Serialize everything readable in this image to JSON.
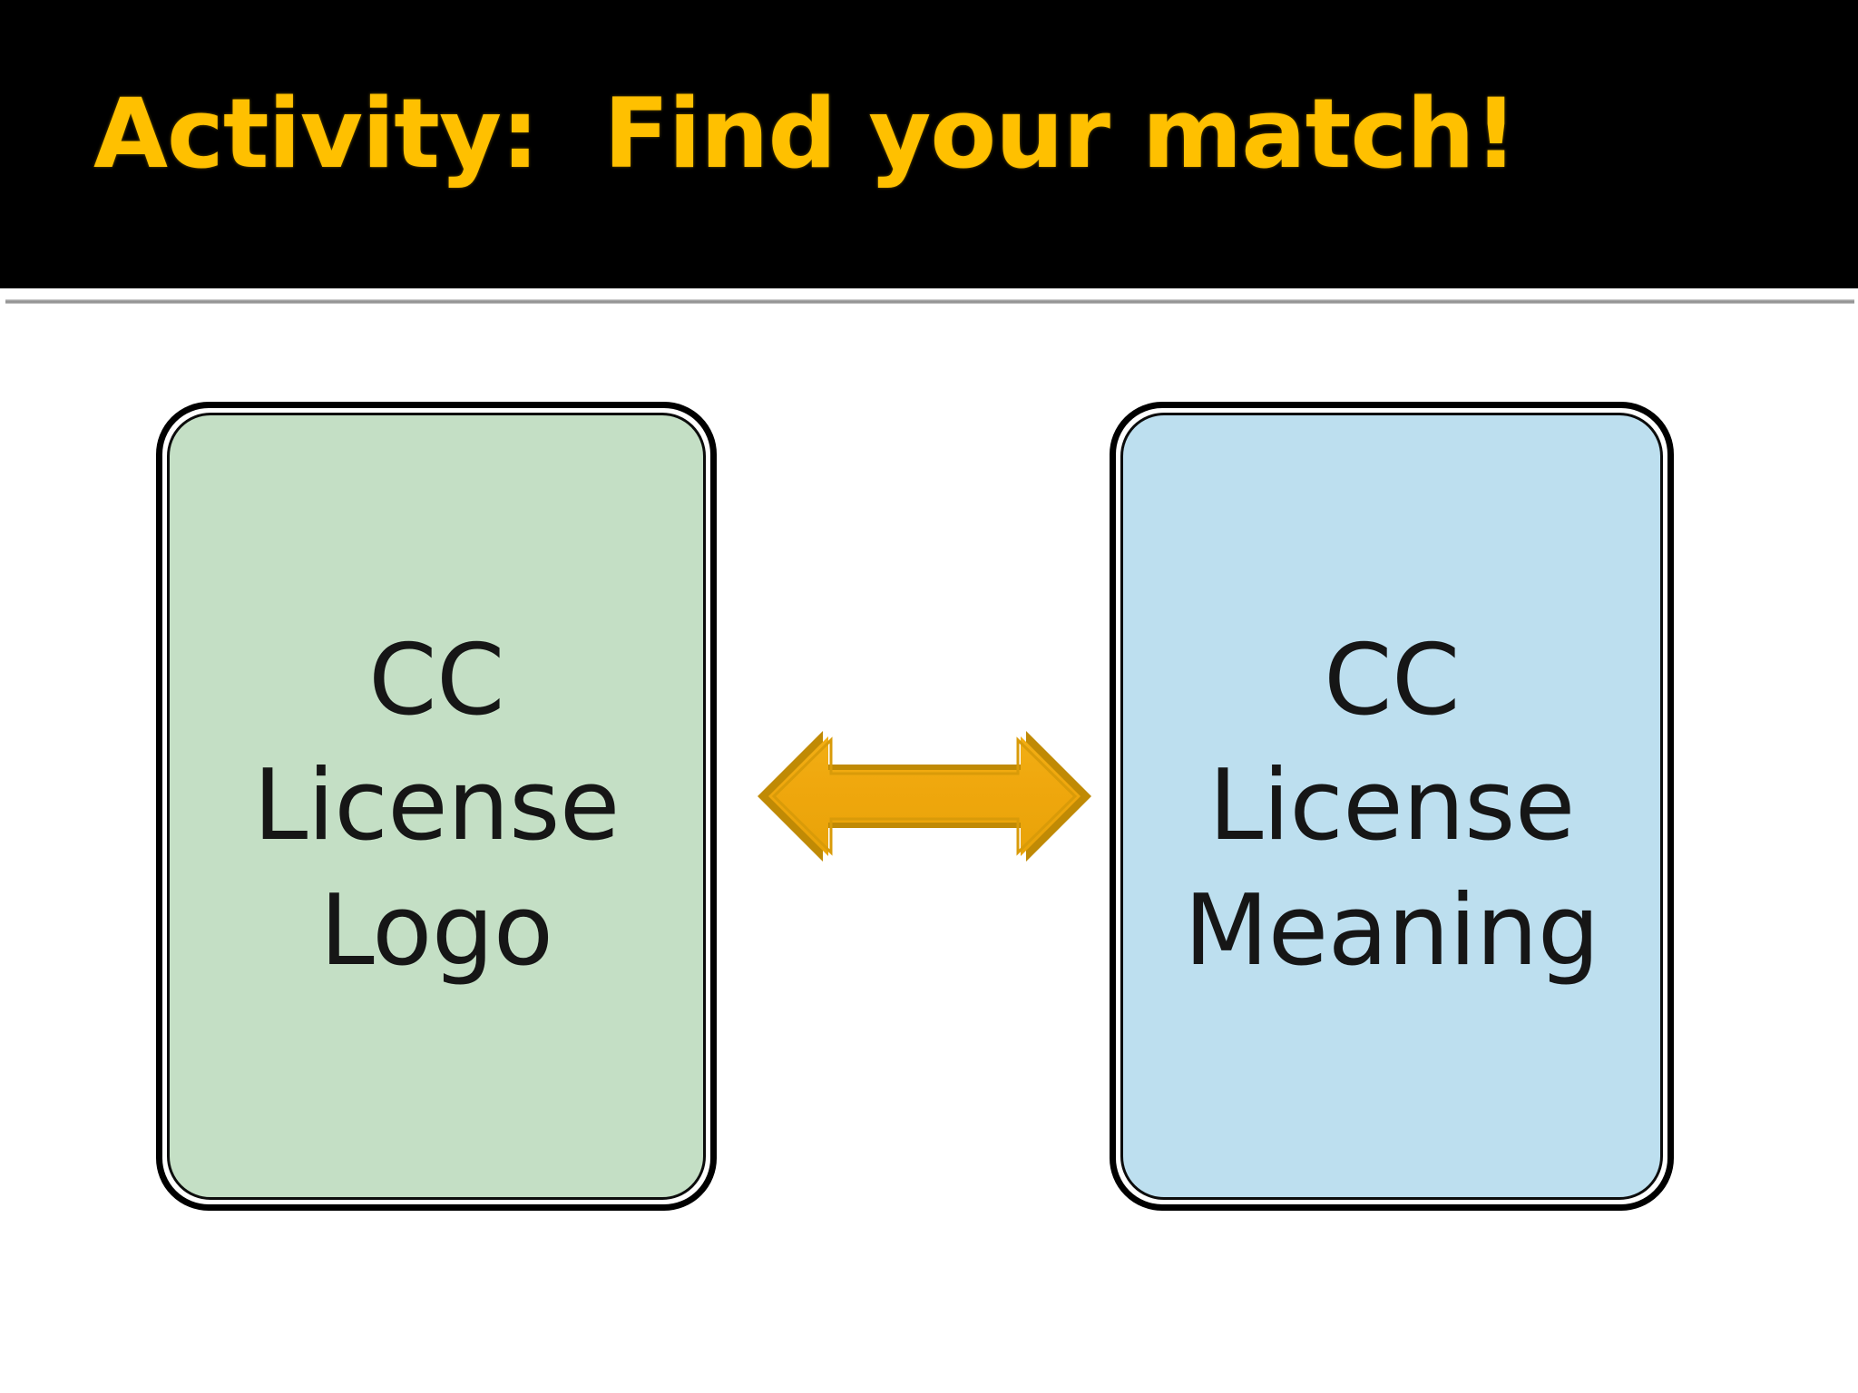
{
  "slide": {
    "title": "Activity:  Find your match!",
    "title_color": "#FFC000",
    "header_background": "#000000",
    "body_background": "#FFFFFF"
  },
  "cards": [
    {
      "id": "cc-license-logo",
      "fill_color": "#C4DFC5",
      "border_color": "#000000",
      "text_color": "#161616",
      "lines": [
        "CC",
        "License",
        "Logo"
      ]
    },
    {
      "id": "cc-license-meaning",
      "fill_color": "#BDDFEF",
      "border_color": "#000000",
      "text_color": "#161616",
      "lines": [
        "CC",
        "License",
        "Meaning"
      ]
    }
  ],
  "connector": {
    "icon": "double-headed-horizontal-arrow-icon",
    "fill_color": "#EFA816",
    "stroke_color": "#C08A05"
  }
}
